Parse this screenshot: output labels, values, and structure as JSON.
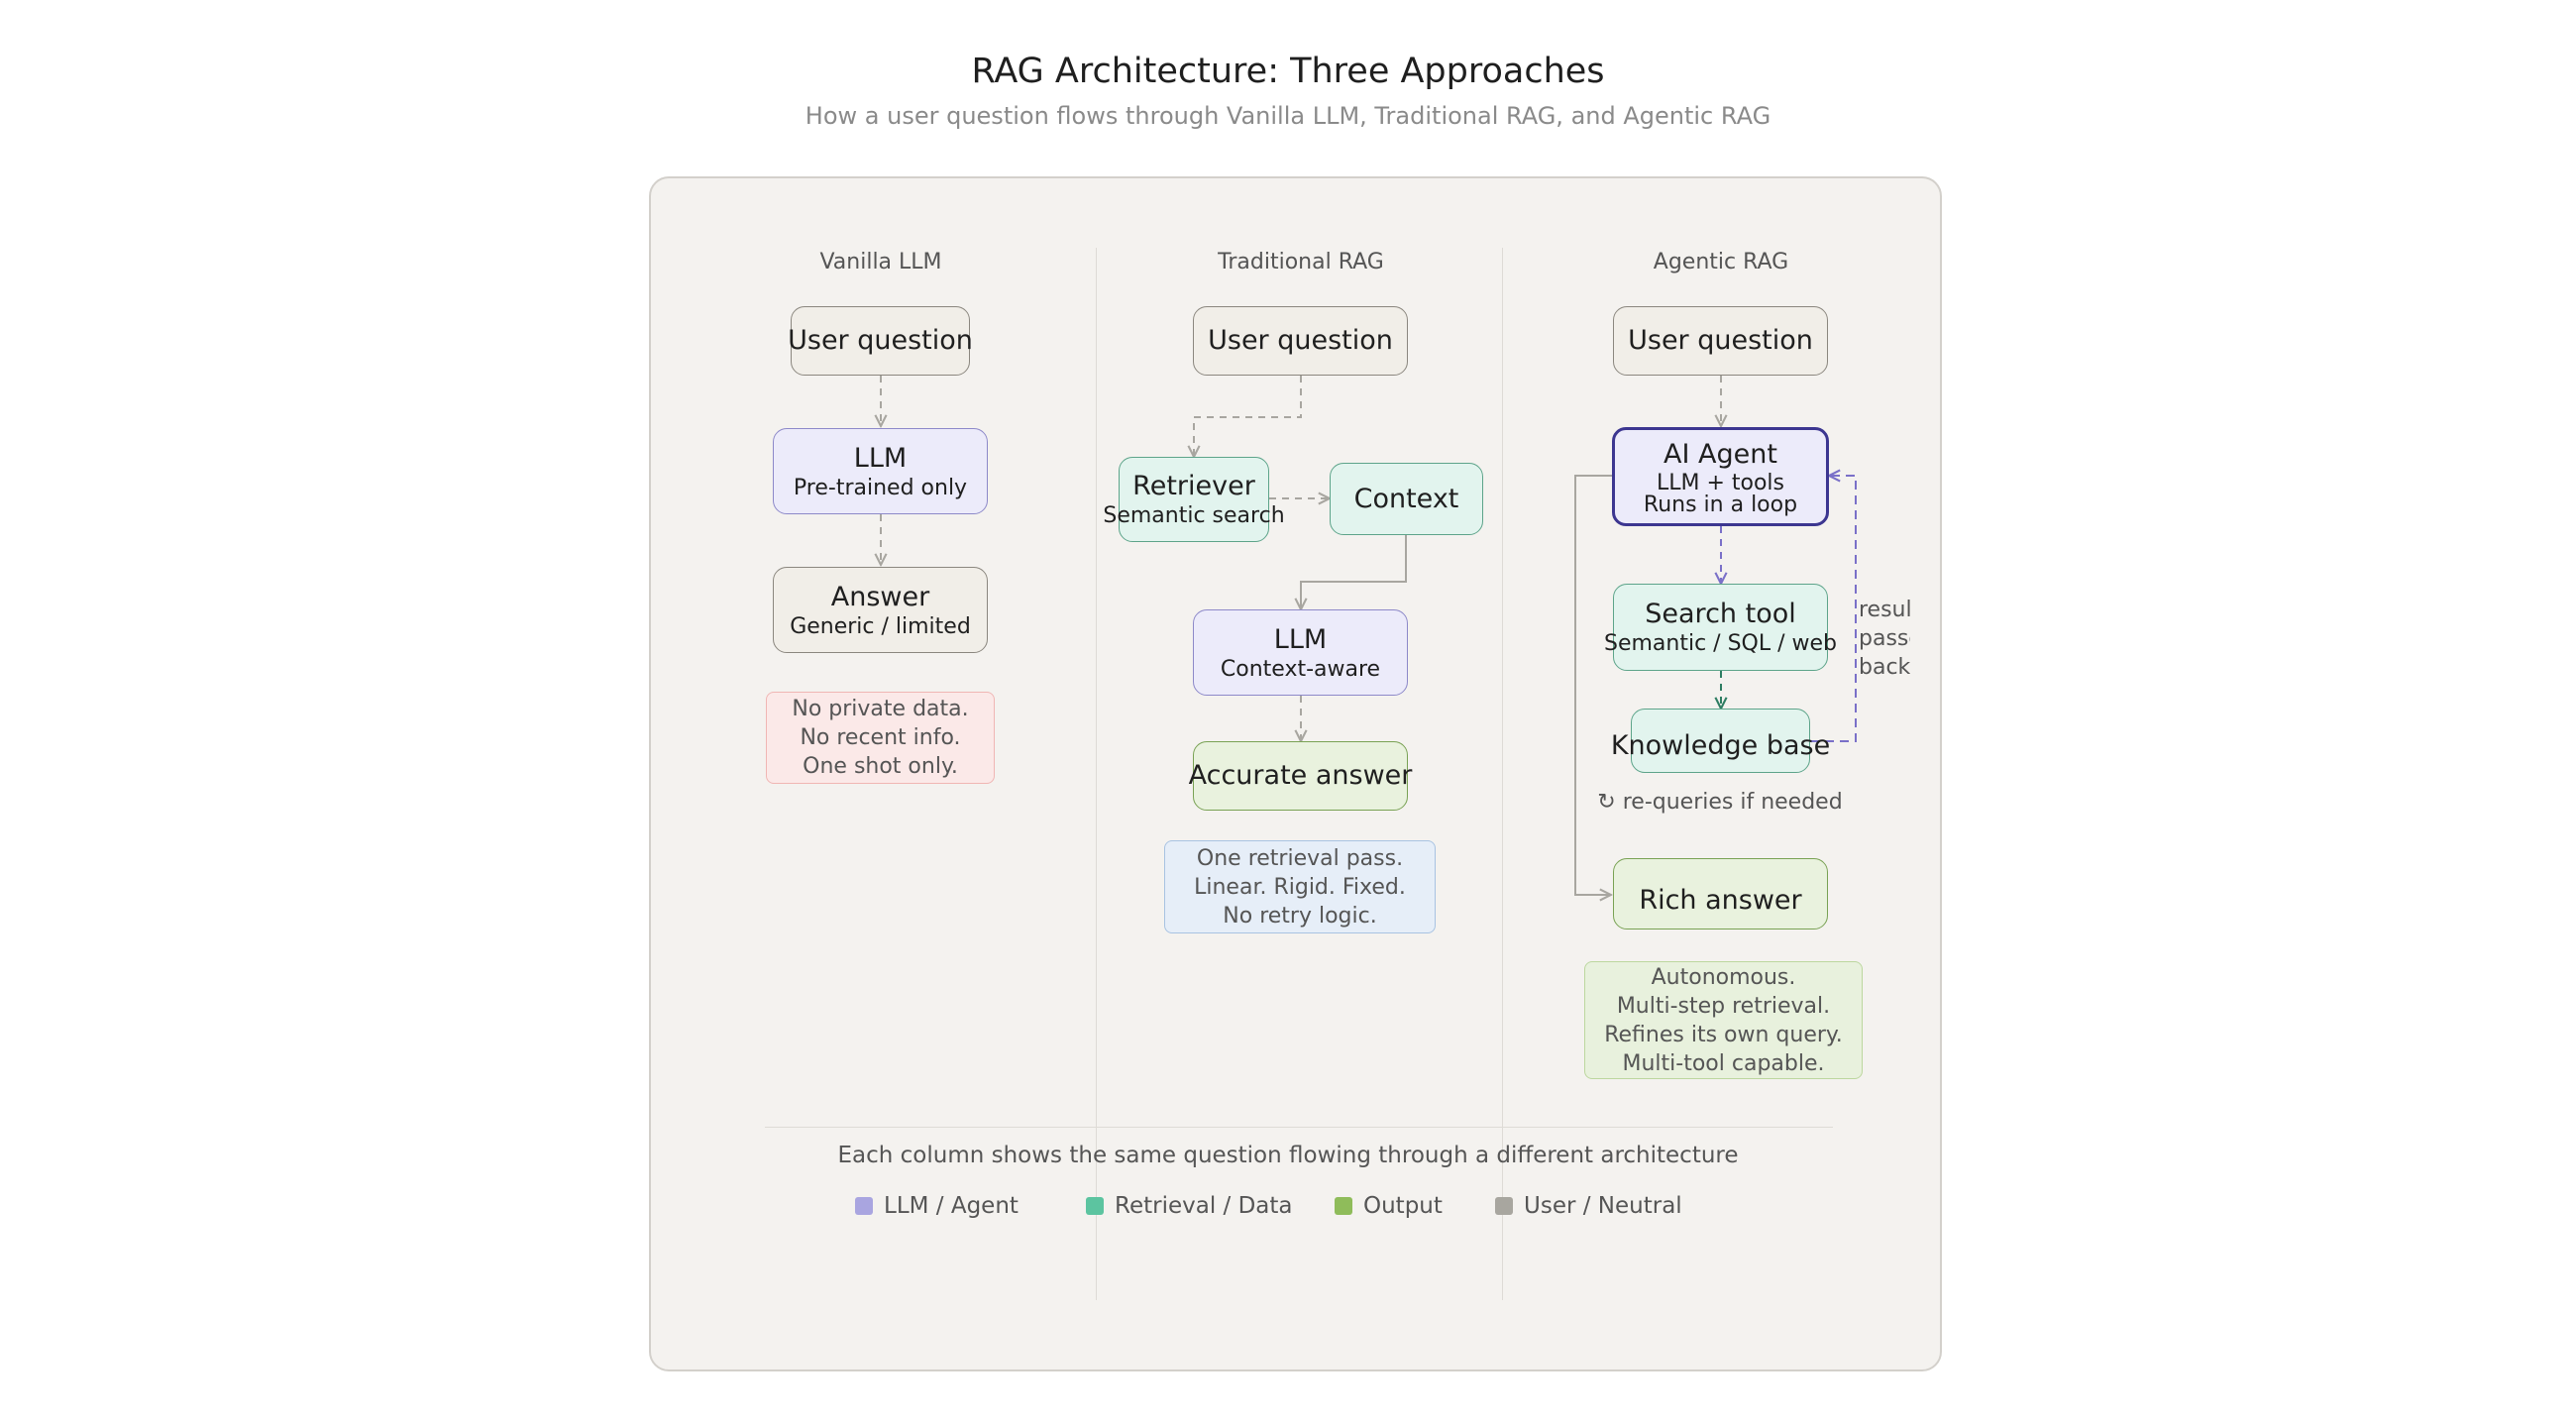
{
  "title": "RAG Architecture: Three Approaches",
  "subtitle": "How a user question flows through Vanilla LLM, Traditional RAG, and Agentic RAG",
  "columns": {
    "vanilla": {
      "title": "Vanilla LLM",
      "question": "User question",
      "llm": {
        "label": "LLM",
        "sub": "Pre-trained only"
      },
      "answer": {
        "label": "Answer",
        "sub": "Generic / limited"
      },
      "note": [
        "No private data.",
        "No recent info.",
        "One shot only."
      ]
    },
    "traditional": {
      "title": "Traditional RAG",
      "question": "User question",
      "retriever": {
        "label": "Retriever",
        "sub": "Semantic search"
      },
      "context": "Context",
      "llm": {
        "label": "LLM",
        "sub": "Context-aware"
      },
      "answer": "Accurate answer",
      "note": [
        "One retrieval pass.",
        "Linear. Rigid. Fixed.",
        "No retry logic."
      ]
    },
    "agentic": {
      "title": "Agentic RAG",
      "question": "User question",
      "agent": {
        "label": "AI Agent",
        "sub1": "LLM + tools",
        "sub2": "Runs in a loop"
      },
      "search": {
        "label": "Search tool",
        "sub": "Semantic / SQL / web"
      },
      "kb": "Knowledge base",
      "side_label": [
        "results",
        "passed",
        "back"
      ],
      "requery": "↻ re-queries if needed",
      "answer": "Rich answer",
      "note": [
        "Autonomous.",
        "Multi-step retrieval.",
        "Refines its own query.",
        "Multi-tool capable."
      ]
    }
  },
  "footer": "Each column shows the same question flowing through a different architecture",
  "legend": [
    {
      "label": "LLM / Agent",
      "color": "#a9a5e0"
    },
    {
      "label": "Retrieval / Data",
      "color": "#5cc4a0"
    },
    {
      "label": "Output",
      "color": "#8fbc5a"
    },
    {
      "label": "User / Neutral",
      "color": "#a8a69f"
    }
  ],
  "colors": {
    "panel_bg": "#f4f2ef",
    "agent_border": "#3c3690",
    "loop_arrow": "#7a70c8",
    "data_arrow": "#2e7d62",
    "neutral_arrow": "#a8a6a0"
  }
}
